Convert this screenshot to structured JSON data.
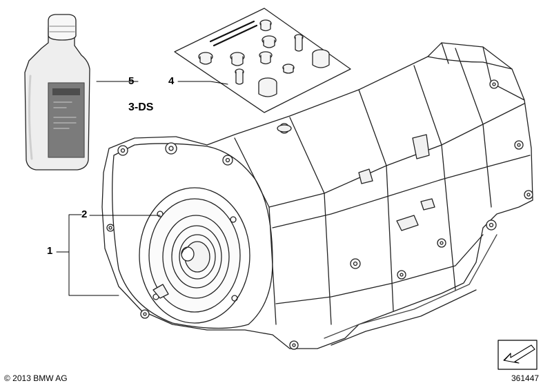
{
  "callouts": {
    "c1": "1",
    "c2": "2",
    "c4": "4",
    "c5": "5"
  },
  "code_label": "3-DS",
  "copyright": "© 2013 BMW AG",
  "image_number": "361447",
  "components": {
    "oil_bottle": "oil-bottle",
    "parts_kit": "gasket-kit",
    "transmission": "automatic-transmission",
    "torque_converter": "torque-converter"
  }
}
